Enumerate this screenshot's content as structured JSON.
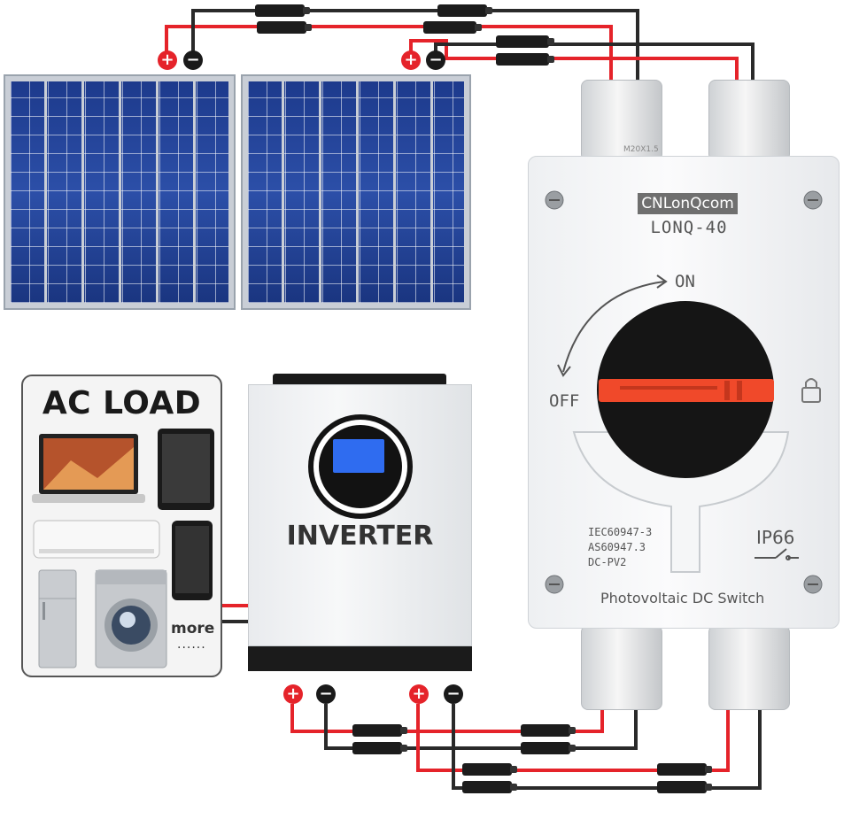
{
  "ac_load": {
    "title": "AC LOAD",
    "appliances": [
      "laptop-icon",
      "tablet-icon",
      "air-conditioner-icon",
      "smartphone-icon",
      "refrigerator-icon",
      "washing-machine-icon"
    ],
    "more_label": "more",
    "ellipsis": "......"
  },
  "inverter": {
    "label": "INVERTER"
  },
  "dc_switch": {
    "brand": "CNLonQcom",
    "model": "LONQ-40",
    "on_label": "ON",
    "off_label": "OFF",
    "standards": [
      "IEC60947-3",
      "AS60947.3",
      "DC-PV2"
    ],
    "ip_rating": "IP66",
    "name": "Photovoltaic DC Switch",
    "gland_marking": "M20X1.5"
  },
  "terminals": {
    "positive": "+",
    "negative": "−"
  },
  "colors": {
    "positive_wire": "#e5232a",
    "negative_wire": "#2a2a2a",
    "panel_cell": "#1f3d8f",
    "knob_red": "#f0492a"
  }
}
